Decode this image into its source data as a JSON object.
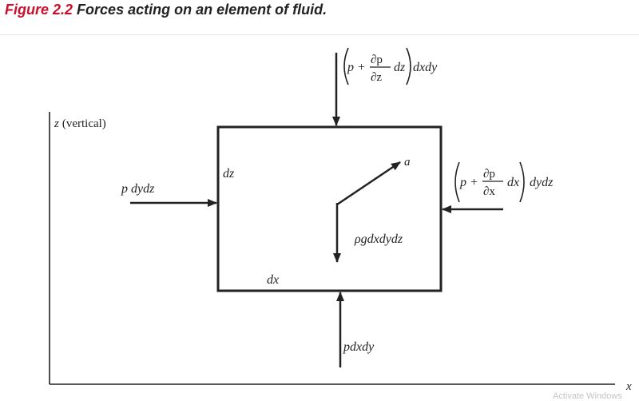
{
  "caption": {
    "number": "Figure 2.2",
    "text": "Forces acting on an element of fluid."
  },
  "axes": {
    "z_symbol": "z",
    "z_label": "(vertical)",
    "x_label": "x"
  },
  "labels": {
    "left_force": "p dydz",
    "bottom_force": "pdxdy",
    "gravity_force": "ρgdxdydz",
    "acceleration": "a",
    "side_dz": "dz",
    "side_dx": "dx"
  },
  "top_force": {
    "p": "p",
    "plus": "+",
    "numerator": "∂p",
    "denominator": "∂z",
    "differential": "dz",
    "suffix": "dxdy"
  },
  "right_force": {
    "p": "p",
    "plus": "+",
    "numerator": "∂p",
    "denominator": "∂x",
    "differential": "dx",
    "suffix": "dydz"
  },
  "watermark": "Activate Windows",
  "colors": {
    "caption_accent": "#c8102e",
    "ink": "#222222"
  }
}
